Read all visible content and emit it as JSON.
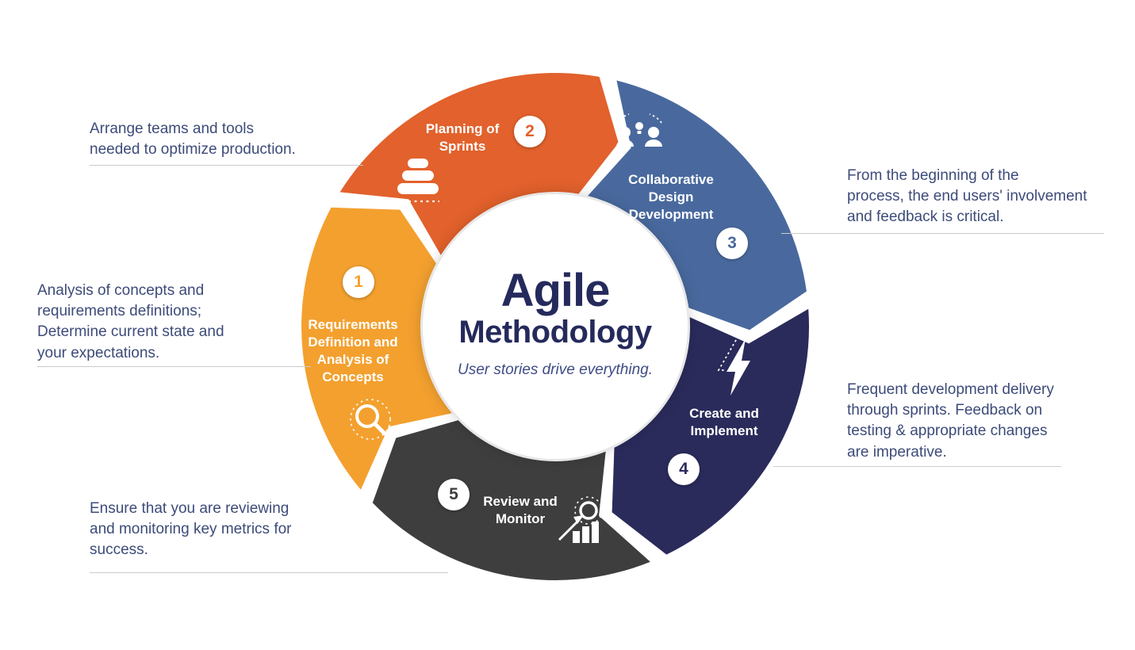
{
  "title": {
    "main": "Agile",
    "sub": "Methodology",
    "tagline": "User stories drive everything."
  },
  "segments": [
    {
      "number": "1",
      "label": "Requirements\nDefinition and\nAnalysis of\nConcepts",
      "color": "#F3A02F",
      "icon": "magnifier-icon",
      "center_angle": 264
    },
    {
      "number": "2",
      "label": "Planning of\nSprints",
      "color": "#E2612C",
      "icon": "stacked-stones-icon",
      "center_angle": 336
    },
    {
      "number": "3",
      "label": "Collaborative\nDesign\nDevelopment",
      "color": "#49699E",
      "icon": "collaboration-icon",
      "center_angle": 48
    },
    {
      "number": "4",
      "label": "Create and\nImplement",
      "color": "#2A2B5B",
      "icon": "lightning-bolt-icon",
      "center_angle": 120
    },
    {
      "number": "5",
      "label": "Review and\nMonitor",
      "color": "#3E3E3E",
      "icon": "chart-magnifier-icon",
      "center_angle": 192
    }
  ],
  "annotations": [
    {
      "text": "Arrange teams and tools\nneeded to optimize production.",
      "segment": "2"
    },
    {
      "text": "Analysis of concepts and\nrequirements definitions;\nDetermine current state and\nyour expectations.",
      "segment": "1"
    },
    {
      "text": "From the beginning of the\nprocess, the end users' involvement\nand feedback is critical.",
      "segment": "3"
    },
    {
      "text": "Frequent development delivery\nthrough sprints. Feedback on\ntesting & appropriate changes\nare imperative.",
      "segment": "4"
    },
    {
      "text": "Ensure that you are reviewing\nand monitoring key metrics for\nsuccess.",
      "segment": "5"
    }
  ],
  "colors": {
    "title": "#252A5C",
    "tagline": "#3E4C86",
    "annotation_text": "#3D4B79",
    "annotation_line": "#CBCBCB",
    "background": "#FFFFFF"
  }
}
